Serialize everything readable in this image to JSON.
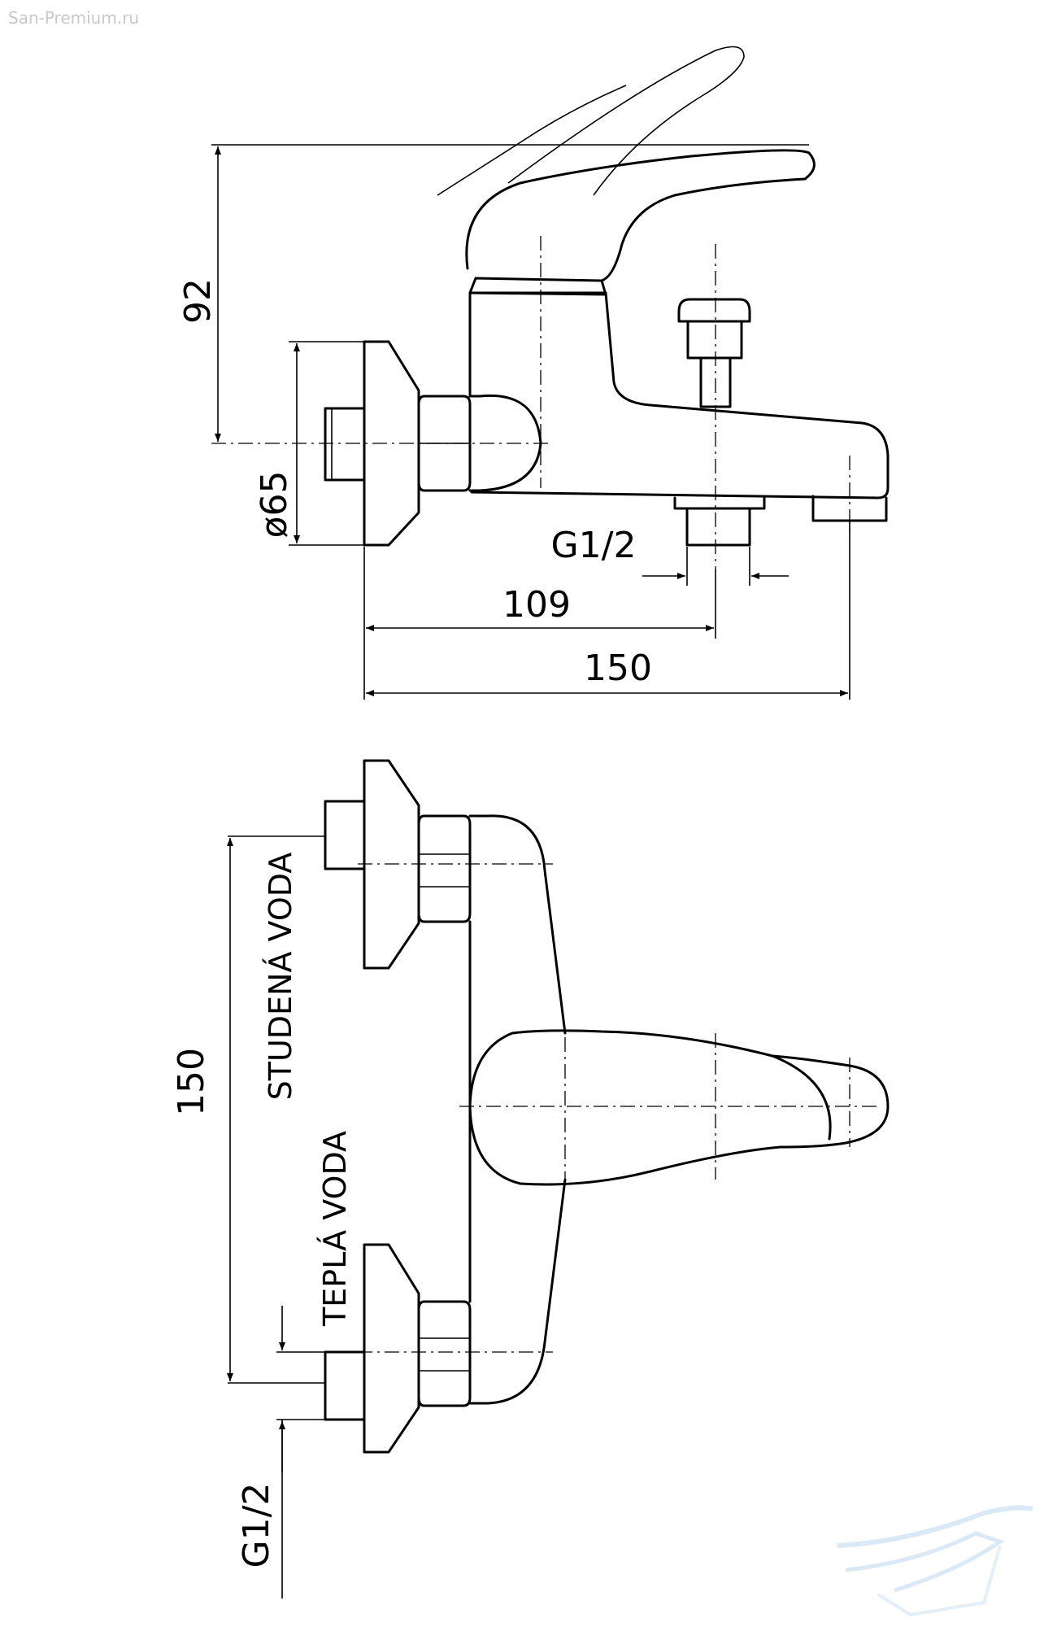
{
  "watermark": "San-Premium.ru",
  "side_view": {
    "dim_height": "92",
    "dim_diameter": "ø65",
    "dim_thread": "G1/2",
    "dim_109": "109",
    "dim_150": "150"
  },
  "top_view": {
    "dim_150": "150",
    "label_cold": "STUDENÁ VODA",
    "label_hot": "TEPLÁ VODA",
    "dim_thread": "G1/2"
  }
}
